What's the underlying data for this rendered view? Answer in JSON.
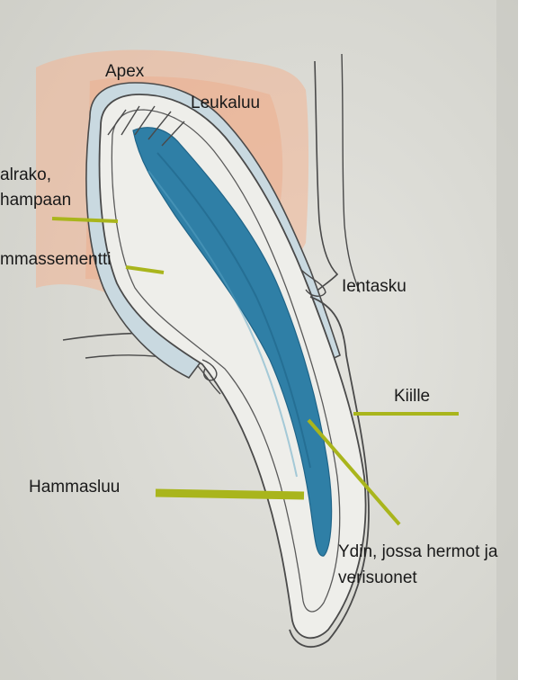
{
  "labels": {
    "apex": "Apex",
    "jaw_bone": "Leukaluu",
    "ligament_line1": "alrako,",
    "ligament_line2": "hampaan",
    "cementum": "mmassementti",
    "gum_pocket": "Ientasku",
    "enamel": "Kiille",
    "dentin": "Hammasluu",
    "pulp_line1": "Ydin, jossa hermot ja",
    "pulp_line2": "verisuonet"
  },
  "colors": {
    "paper": "#dcdcd6",
    "paper_shadow": "#c9c9c2",
    "bone": "#f2b594",
    "pulp": "#2f7fa6",
    "pulp_dark": "#1f6488",
    "ligament": "#a9c6d6",
    "tooth_fill": "#eeeeea",
    "outline": "#4a4a4a",
    "leader": "#a9b51c"
  }
}
